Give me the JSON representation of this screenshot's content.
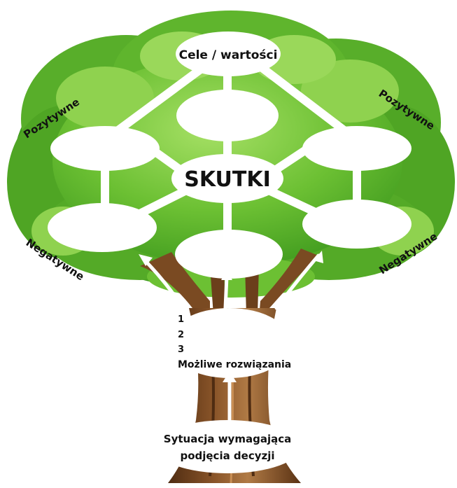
{
  "labels": {
    "top_goal": "Cele / wartości",
    "center": "SKUTKI",
    "positive_left": "Pozytywne",
    "positive_right": "Pozytywne",
    "negative_left": "Negatywne",
    "negative_right": "Negatywne",
    "solutions_list": [
      "1",
      "2",
      "3"
    ],
    "solutions_title": "Możliwe rozwiązania",
    "situation_line1": "Sytuacja wymagająca",
    "situation_line2": "podjęcia decyzji"
  },
  "colors": {
    "foliage_dark": "#3f9a1e",
    "foliage_mid": "#6cc033",
    "foliage_light": "#a6e065",
    "trunk": "#7a4a22",
    "trunk_dark": "#4f2c12",
    "trunk_light": "#b07a45",
    "bubble": "#ffffff",
    "text": "#111111"
  }
}
